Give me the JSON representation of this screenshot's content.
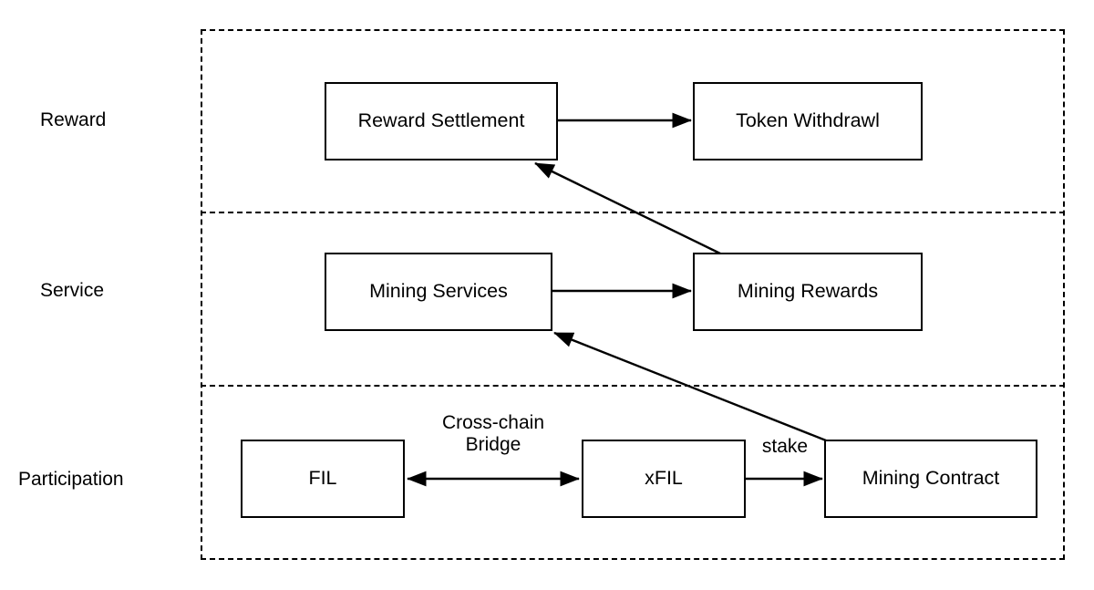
{
  "diagram": {
    "title": "Reward / Service / Participation layered flow",
    "stroke_color": "#000000",
    "background_color": "#ffffff",
    "rows": [
      {
        "id": "reward",
        "label": "Reward"
      },
      {
        "id": "service",
        "label": "Service"
      },
      {
        "id": "participation",
        "label": "Participation"
      }
    ],
    "nodes": [
      {
        "id": "reward-settlement",
        "label": "Reward Settlement",
        "row": "reward"
      },
      {
        "id": "token-withdrawl",
        "label": "Token Withdrawl",
        "row": "reward"
      },
      {
        "id": "mining-services",
        "label": "Mining Services",
        "row": "service"
      },
      {
        "id": "mining-rewards",
        "label": "Mining Rewards",
        "row": "service"
      },
      {
        "id": "fil",
        "label": "FIL",
        "row": "participation"
      },
      {
        "id": "xfil",
        "label": "xFIL",
        "row": "participation"
      },
      {
        "id": "mining-contract",
        "label": "Mining Contract",
        "row": "participation"
      }
    ],
    "edge_labels": {
      "cross_chain_bridge": "Cross-chain\nBridge",
      "stake": "stake"
    },
    "edges": [
      {
        "from": "reward-settlement",
        "to": "token-withdrawl",
        "label": "",
        "style": "solid",
        "arrow": "single"
      },
      {
        "from": "mining-services",
        "to": "mining-rewards",
        "label": "",
        "style": "solid",
        "arrow": "single"
      },
      {
        "from": "mining-rewards",
        "to": "reward-settlement",
        "label": "",
        "style": "solid",
        "arrow": "single"
      },
      {
        "from": "mining-contract",
        "to": "mining-services",
        "label": "",
        "style": "solid",
        "arrow": "single"
      },
      {
        "from": "fil",
        "to": "xfil",
        "label": "Cross-chain Bridge",
        "style": "solid",
        "arrow": "double"
      },
      {
        "from": "xfil",
        "to": "mining-contract",
        "label": "stake",
        "style": "solid",
        "arrow": "single"
      }
    ]
  }
}
